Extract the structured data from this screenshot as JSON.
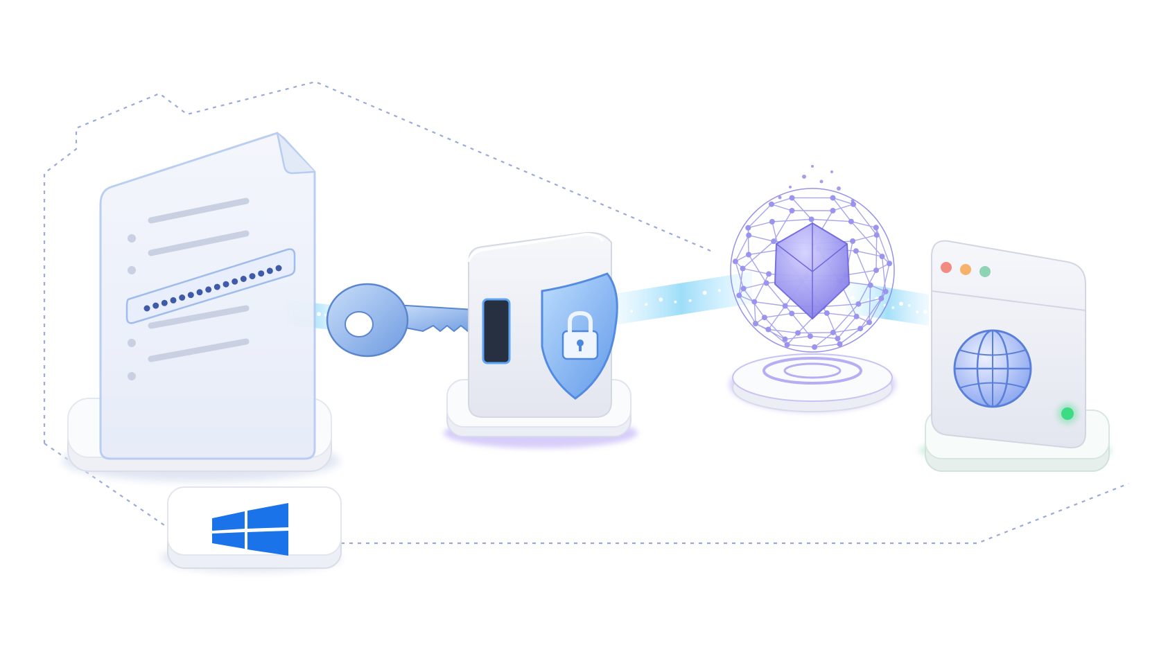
{
  "diagram": {
    "nodes": [
      {
        "id": "credential-document",
        "icon": "password-document-icon"
      },
      {
        "id": "access-key",
        "icon": "key-icon"
      },
      {
        "id": "secure-vault",
        "icon": "shield-lock-icon"
      },
      {
        "id": "encryption-network",
        "icon": "network-globe-icon"
      },
      {
        "id": "web-browser",
        "icon": "browser-globe-icon"
      },
      {
        "id": "windows-platform",
        "icon": "windows-logo-icon"
      }
    ],
    "flow": [
      "credential-document",
      "access-key",
      "secure-vault",
      "encryption-network",
      "web-browser"
    ],
    "password_mask_dots": 16,
    "browser_dots": [
      "#f28b82",
      "#f6b26b",
      "#8fd3b5"
    ],
    "colors": {
      "accent": "#4f8ef7",
      "beam": "#7fd3f7",
      "vault_glow": "#8b6cf0",
      "network": "#8c86e8",
      "browser_status": "#3ddc84",
      "windows_logo": "#1a73e8",
      "dashed_path": "#9aaad6"
    }
  }
}
